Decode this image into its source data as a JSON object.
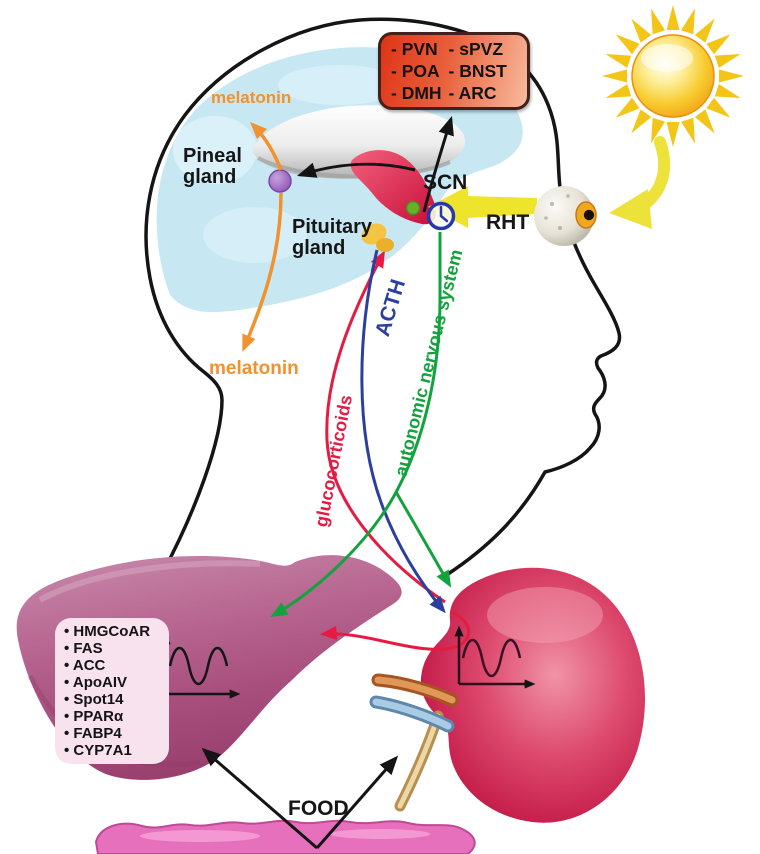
{
  "nuclei_box": {
    "left": [
      "- PVN",
      "- POA",
      "- DMH"
    ],
    "right": [
      "- sPVZ",
      "- BNST",
      "- ARC"
    ]
  },
  "labels": {
    "melatonin_top": "melatonin",
    "melatonin_bottom": "melatonin",
    "pineal_gland": "Pineal\ngland",
    "pituitary_gland": "Pituitary\ngland",
    "scn": "SCN",
    "rht": "RHT",
    "acth": "ACTH",
    "autonomic": "autonomic nervous system",
    "glucocorticoids": "glucocorticoids",
    "food": "FOOD"
  },
  "liver_genes": [
    "HMGCoAR",
    "FAS",
    "ACC",
    "ApoAIV",
    "Spot14",
    "PPARα",
    "FABP4",
    "CYP7A1"
  ],
  "icons": {
    "sun": "sun-icon",
    "eye": "eye-icon",
    "clock": "clock-icon",
    "rhythm_wave": "sine-wave-icon"
  },
  "colors": {
    "melatonin_orange": "#f0922e",
    "acth_blue": "#2b3f9e",
    "autonomic_green": "#13a23e",
    "glucocorticoid_red": "#e51b44",
    "rht_yellow": "#efe42c",
    "nuclei_box_red": "#de3417",
    "brain_blue": "#c7e8f3",
    "liver_pink": "#b5608a",
    "kidney_red": "#cc2d55",
    "pineal_purple": "#9b63bd",
    "pituitary_yellow": "#f2c23e"
  }
}
